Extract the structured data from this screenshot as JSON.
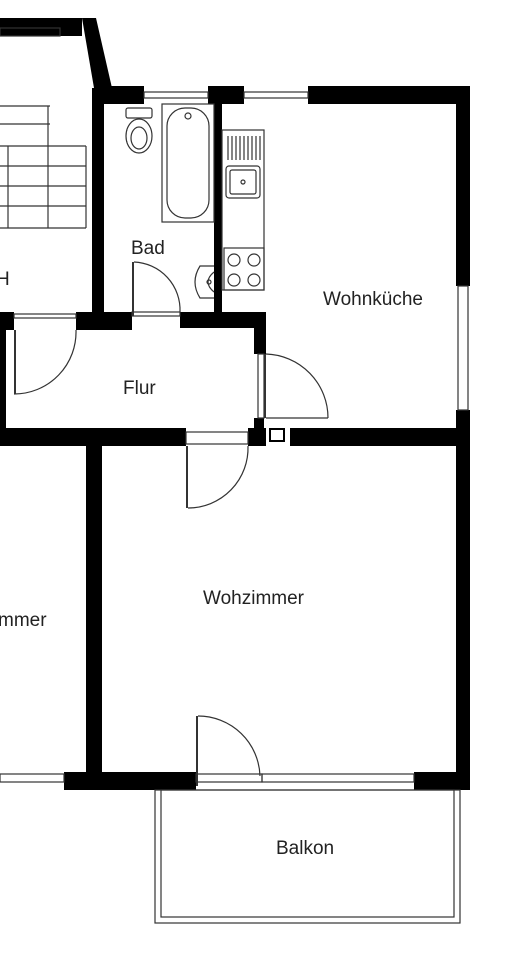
{
  "rooms": {
    "bad": "Bad",
    "wohnkueche": "Wohnküche",
    "flur": "Flur",
    "wohnzimmer": "Wohzimmer",
    "balkon": "Balkon",
    "left_partial_top": "H",
    "left_partial_bottom": "mmer"
  },
  "colors": {
    "wall": "#000000",
    "line": "#333333",
    "background": "#ffffff"
  }
}
